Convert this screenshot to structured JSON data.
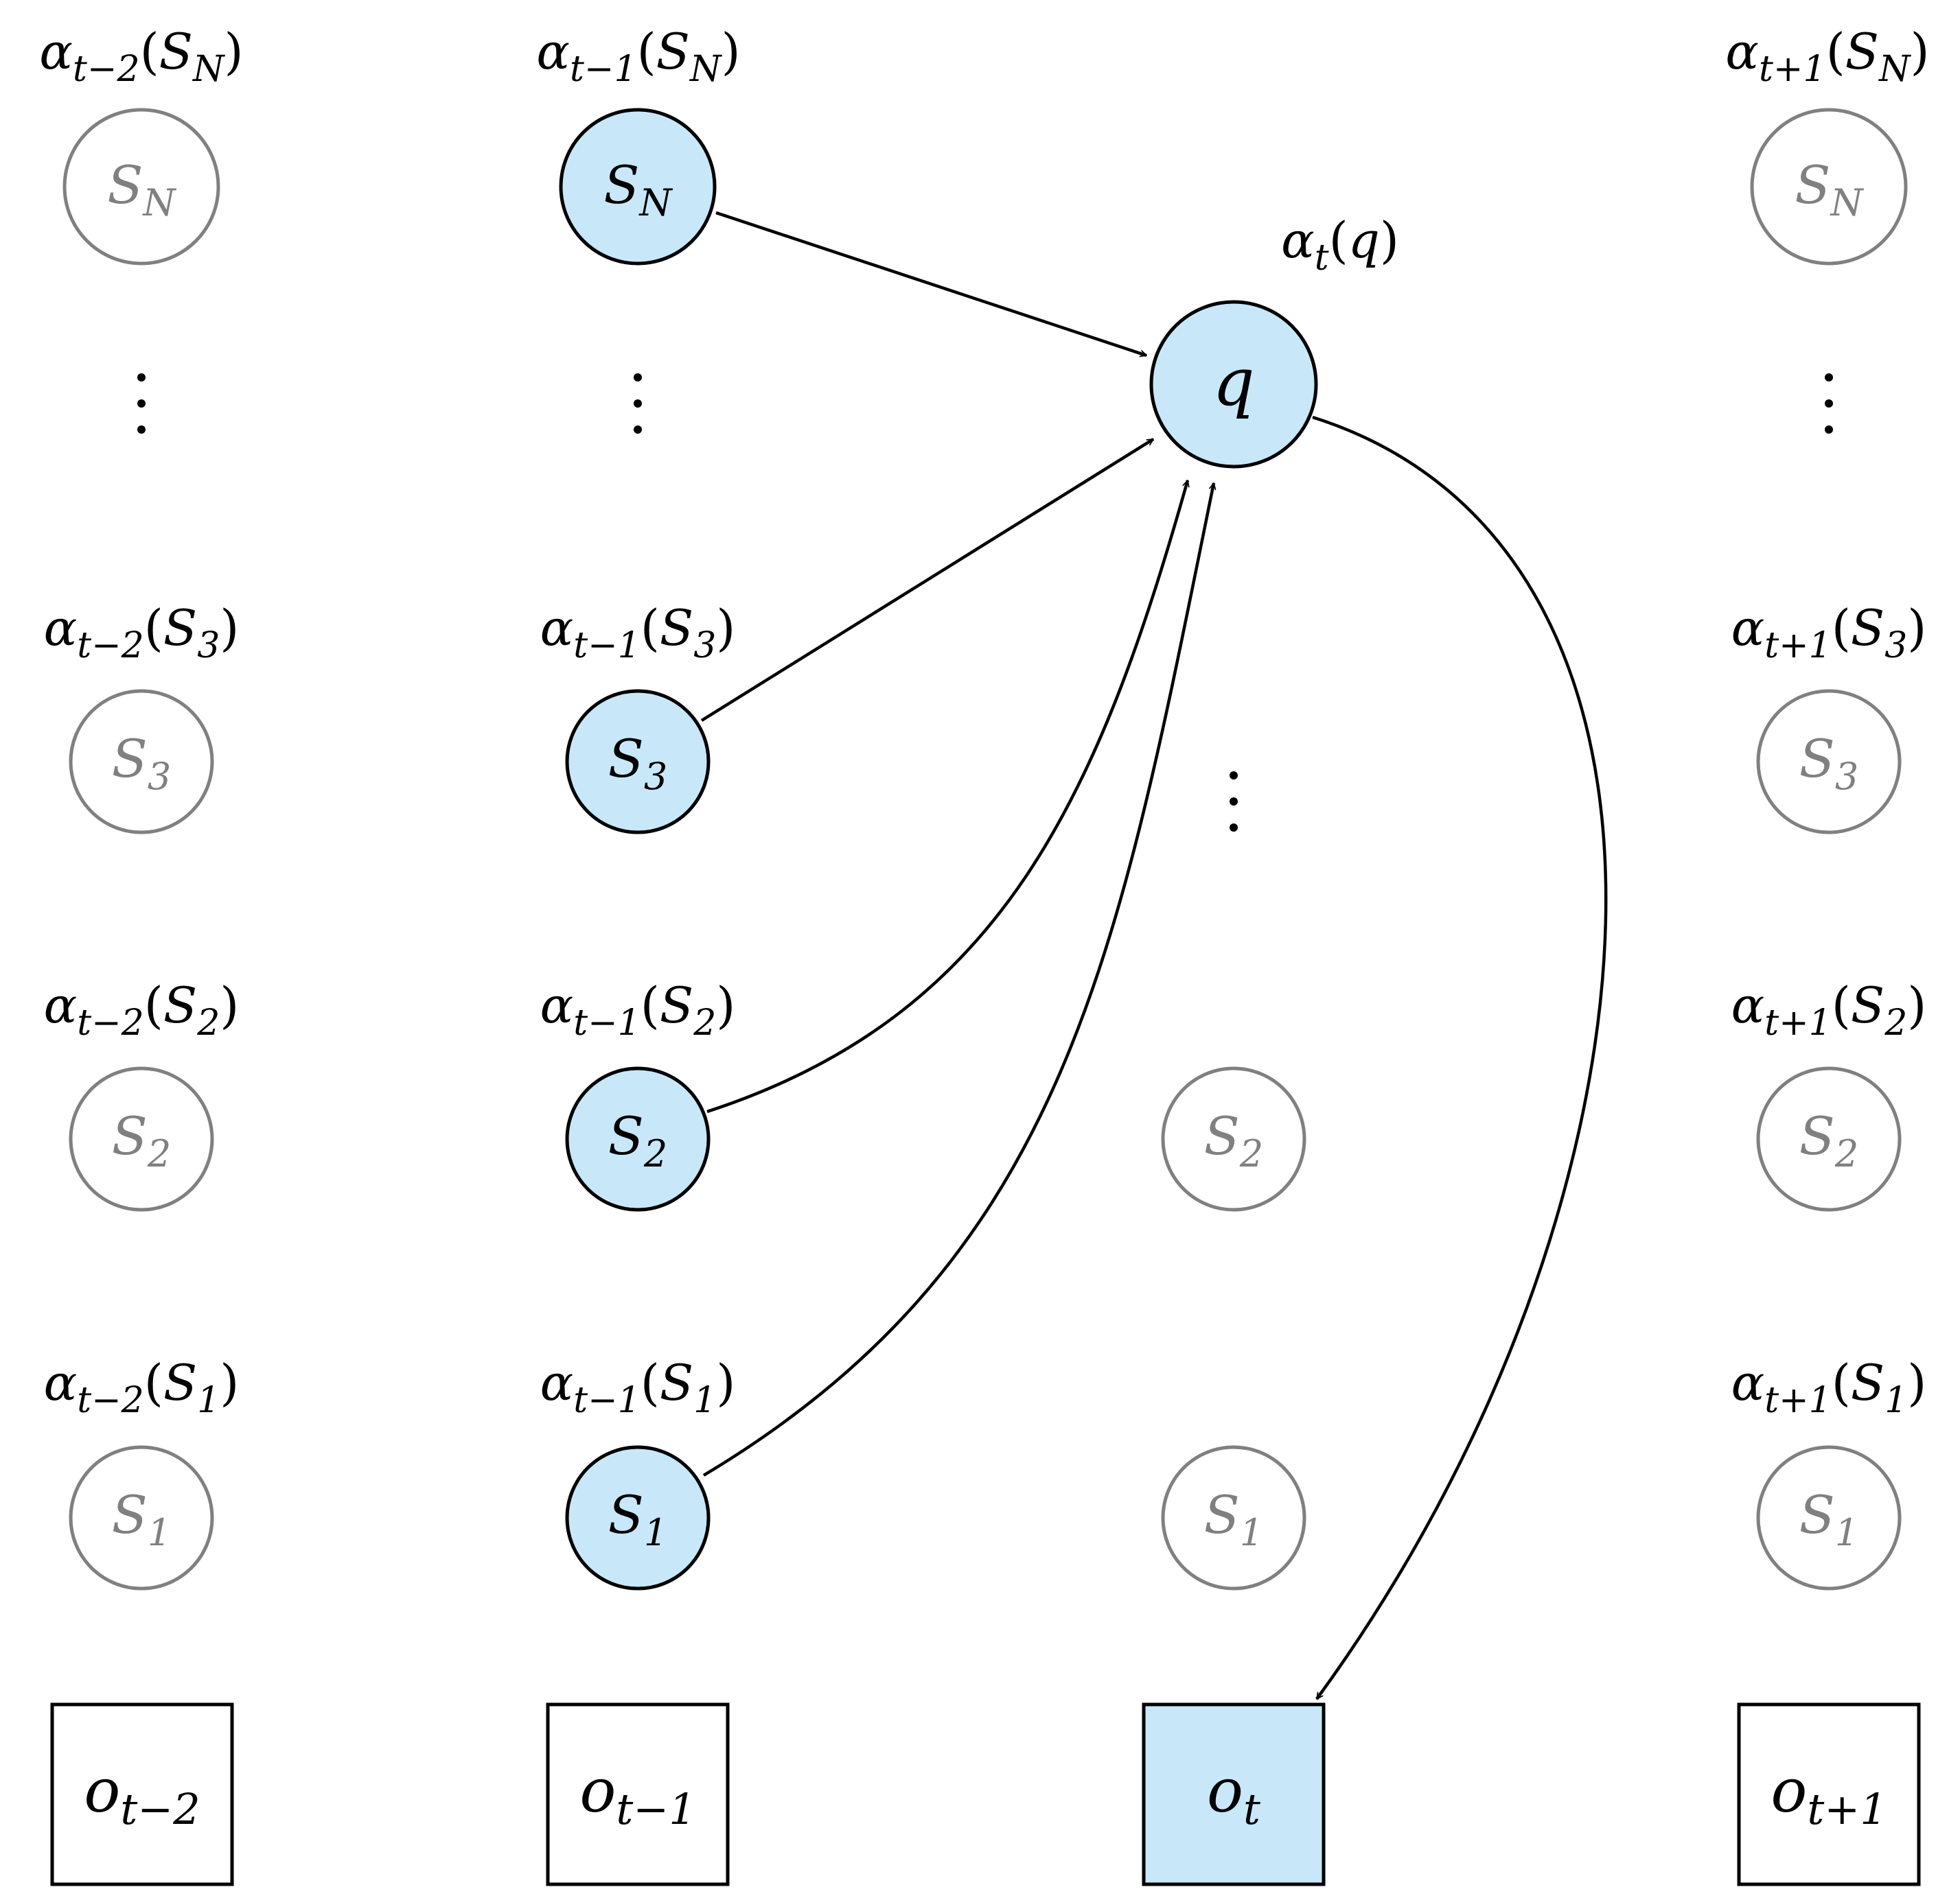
{
  "diagram": {
    "columns": [
      {
        "id": "t-2",
        "observation": {
          "base": "o",
          "sub": "t−2"
        },
        "states": [
          {
            "id": "SN",
            "base": "S",
            "sub": "N",
            "alpha": {
              "base": "α",
              "sub": "t−2",
              "arg_base": "S",
              "arg_sub": "N"
            }
          },
          {
            "id": "S3",
            "base": "S",
            "sub": "3",
            "alpha": {
              "base": "α",
              "sub": "t−2",
              "arg_base": "S",
              "arg_sub": "3"
            }
          },
          {
            "id": "S2",
            "base": "S",
            "sub": "2",
            "alpha": {
              "base": "α",
              "sub": "t−2",
              "arg_base": "S",
              "arg_sub": "2"
            }
          },
          {
            "id": "S1",
            "base": "S",
            "sub": "1",
            "alpha": {
              "base": "α",
              "sub": "t−2",
              "arg_base": "S",
              "arg_sub": "1"
            }
          }
        ]
      },
      {
        "id": "t-1",
        "observation": {
          "base": "o",
          "sub": "t−1"
        },
        "states": [
          {
            "id": "SN",
            "base": "S",
            "sub": "N",
            "alpha": {
              "base": "α",
              "sub": "t−1",
              "arg_base": "S",
              "arg_sub": "N"
            }
          },
          {
            "id": "S3",
            "base": "S",
            "sub": "3",
            "alpha": {
              "base": "α",
              "sub": "t−1",
              "arg_base": "S",
              "arg_sub": "3"
            }
          },
          {
            "id": "S2",
            "base": "S",
            "sub": "2",
            "alpha": {
              "base": "α",
              "sub": "t−1",
              "arg_base": "S",
              "arg_sub": "2"
            }
          },
          {
            "id": "S1",
            "base": "S",
            "sub": "1",
            "alpha": {
              "base": "α",
              "sub": "t−1",
              "arg_base": "S",
              "arg_sub": "1"
            }
          }
        ]
      },
      {
        "id": "t",
        "observation": {
          "base": "o",
          "sub": "t"
        },
        "focus_state": {
          "label": "q",
          "alpha": {
            "base": "α",
            "sub": "t",
            "arg": "q"
          }
        },
        "states": [
          {
            "id": "S2",
            "base": "S",
            "sub": "2"
          },
          {
            "id": "S1",
            "base": "S",
            "sub": "1"
          }
        ]
      },
      {
        "id": "t+1",
        "observation": {
          "base": "o",
          "sub": "t+1"
        },
        "states": [
          {
            "id": "SN",
            "base": "S",
            "sub": "N",
            "alpha": {
              "base": "α",
              "sub": "t+1",
              "arg_base": "S",
              "arg_sub": "N"
            }
          },
          {
            "id": "S3",
            "base": "S",
            "sub": "3",
            "alpha": {
              "base": "α",
              "sub": "t+1",
              "arg_base": "S",
              "arg_sub": "3"
            }
          },
          {
            "id": "S2",
            "base": "S",
            "sub": "2",
            "alpha": {
              "base": "α",
              "sub": "t+1",
              "arg_base": "S",
              "arg_sub": "2"
            }
          },
          {
            "id": "S1",
            "base": "S",
            "sub": "1",
            "alpha": {
              "base": "α",
              "sub": "t+1",
              "arg_base": "S",
              "arg_sub": "1"
            }
          }
        ]
      }
    ],
    "edges": [
      {
        "from": "t-1.SN",
        "to": "t.q"
      },
      {
        "from": "t-1.S3",
        "to": "t.q"
      },
      {
        "from": "t-1.S2",
        "to": "t.q"
      },
      {
        "from": "t-1.S1",
        "to": "t.q"
      },
      {
        "from": "t.q",
        "to": "t.obs"
      }
    ],
    "colors": {
      "highlight_fill": "#c8e8fa",
      "active_stroke": "#000000",
      "inactive_stroke": "#808080",
      "inactive_text": "#808080"
    }
  }
}
